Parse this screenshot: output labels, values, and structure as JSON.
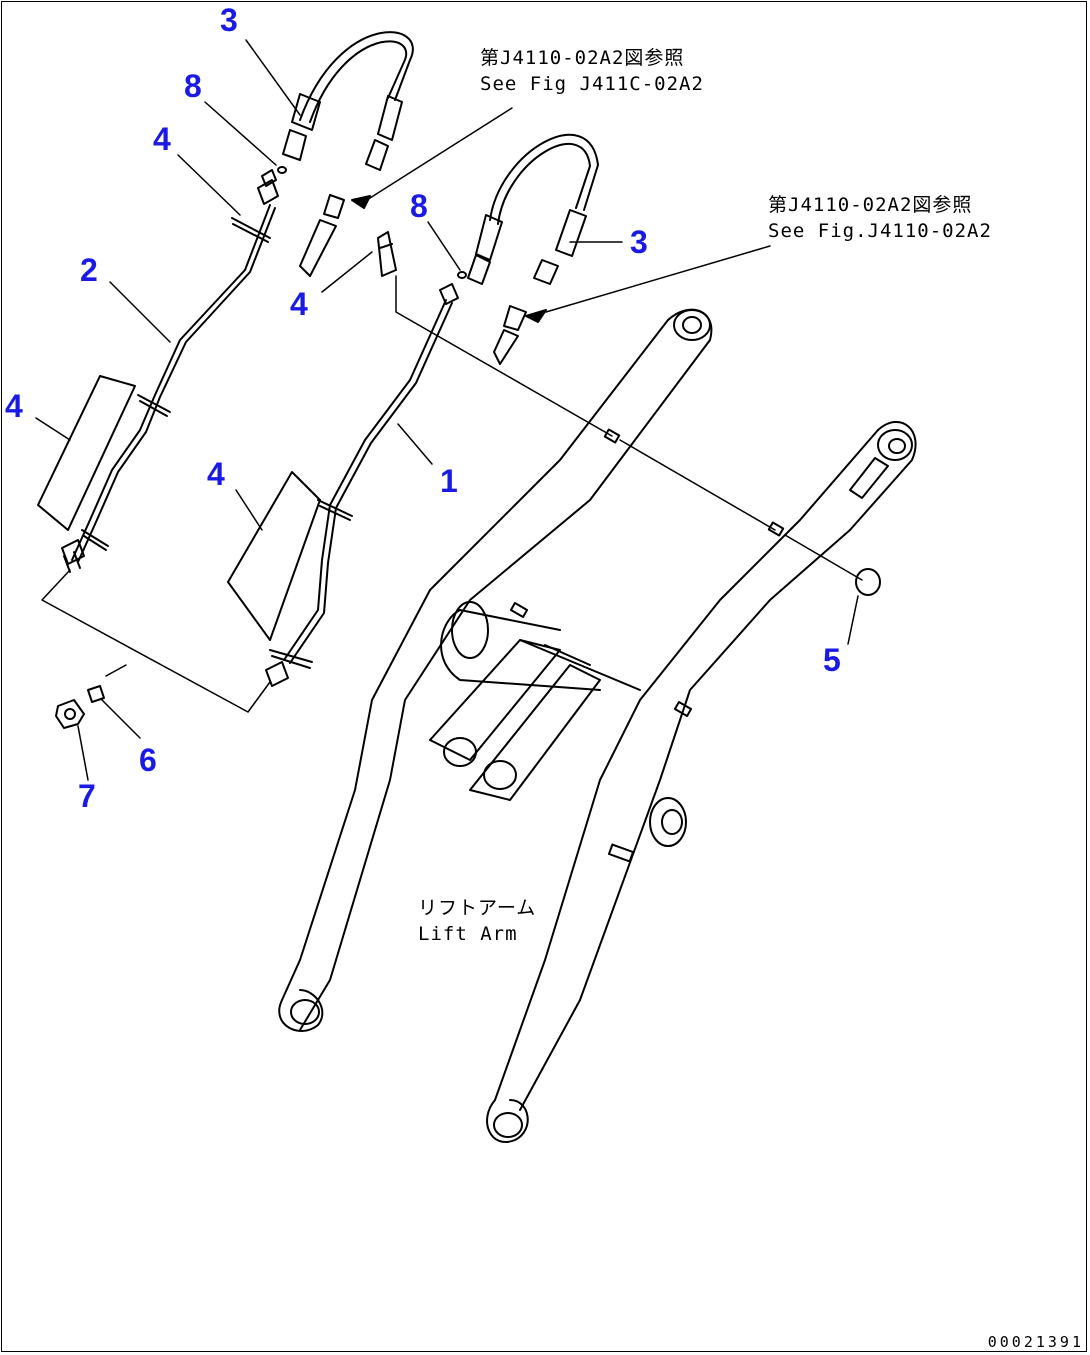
{
  "colors": {
    "callout": "#1a1ae6",
    "line": "#000000",
    "background": "#ffffff"
  },
  "callouts": [
    {
      "id": "c3a",
      "label": "3"
    },
    {
      "id": "c8a",
      "label": "8"
    },
    {
      "id": "c4a",
      "label": "4"
    },
    {
      "id": "c2",
      "label": "2"
    },
    {
      "id": "c4b",
      "label": "4"
    },
    {
      "id": "c4c",
      "label": "4"
    },
    {
      "id": "c1",
      "label": "1"
    },
    {
      "id": "c8b",
      "label": "8"
    },
    {
      "id": "c4d",
      "label": "4"
    },
    {
      "id": "c3b",
      "label": "3"
    },
    {
      "id": "c5",
      "label": "5"
    },
    {
      "id": "c6",
      "label": "6"
    },
    {
      "id": "c7",
      "label": "7"
    }
  ],
  "notes": {
    "ref_top_jp": "第J4110-02A2図参照",
    "ref_top_en": "See Fig J411C-02A2",
    "ref_right_jp": "第J4110-02A2図参照",
    "ref_right_en": "See Fig.J4110-02A2",
    "lift_arm_jp": "リフトアーム",
    "lift_arm_en": "Lift Arm"
  },
  "drawing_number": "00021391"
}
